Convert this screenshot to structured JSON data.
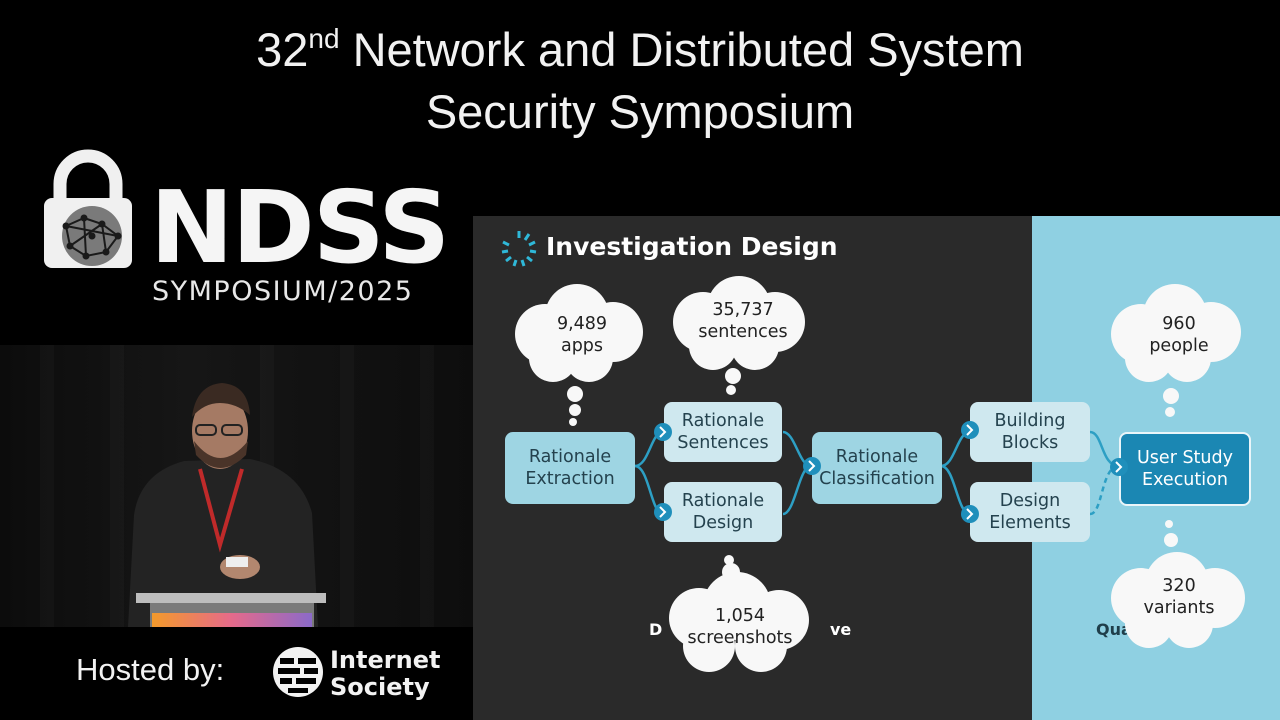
{
  "header": {
    "title_line1_number": "32",
    "title_line1_suffix": "nd",
    "title_line1_rest": " Network and Distributed System",
    "title_line2": "Security Symposium"
  },
  "logo": {
    "word": "NDSS",
    "subtitle": "SYMPOSIUM/2025"
  },
  "footer": {
    "hosted_by": "Hosted by:",
    "org_line1": "Internet",
    "org_line2": "Society"
  },
  "slide": {
    "heading": "Investigation Design",
    "boxes": {
      "rationale_extraction": [
        "Rationale",
        "Extraction"
      ],
      "rationale_sentences": [
        "Rationale",
        "Sentences"
      ],
      "rationale_design": [
        "Rationale",
        "Design"
      ],
      "rationale_classification": [
        "Rationale",
        "Classification"
      ],
      "building_blocks": [
        "Building",
        "Blocks"
      ],
      "design_elements": [
        "Design",
        "Elements"
      ],
      "user_study_execution": [
        "User Study",
        "Execution"
      ]
    },
    "clouds": {
      "apps": [
        "9,489",
        "apps"
      ],
      "sentences": [
        "35,737",
        "sentences"
      ],
      "screenshots": [
        "1,054",
        "screenshots"
      ],
      "people": [
        "960",
        "people"
      ],
      "variants": [
        "320",
        "variants"
      ]
    },
    "partial_labels": {
      "left_fragment": "D",
      "right_fragment": "ve",
      "qua_fragment": "Qua"
    }
  },
  "colors": {
    "slide_bg": "#2a2a2a",
    "slide_right_bg": "#8fd0e2",
    "box_dark": "#9ed5e3",
    "box_light": "#cfe8ef",
    "box_blue": "#1b87b3",
    "connector": "#2d9fc4"
  }
}
